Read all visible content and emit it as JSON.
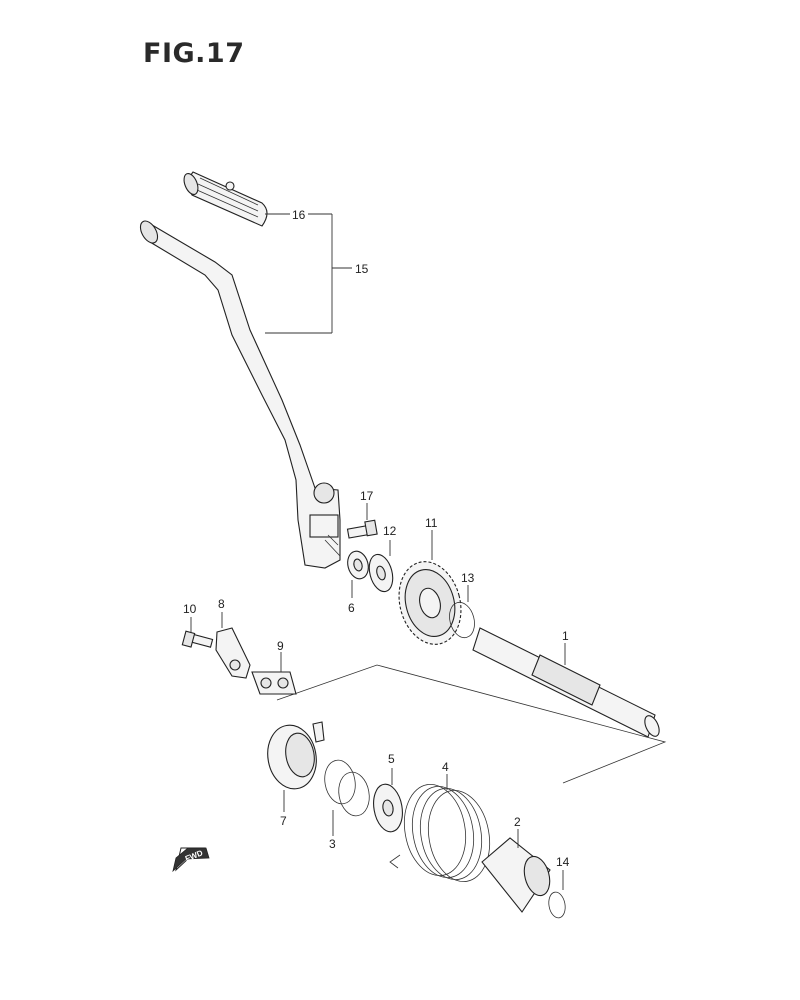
{
  "figure": {
    "title": "FIG.17"
  },
  "callouts": [
    {
      "id": "16",
      "label": "16"
    },
    {
      "id": "15",
      "label": "15"
    },
    {
      "id": "17",
      "label": "17"
    },
    {
      "id": "12",
      "label": "12"
    },
    {
      "id": "11",
      "label": "11"
    },
    {
      "id": "13",
      "label": "13"
    },
    {
      "id": "6",
      "label": "6"
    },
    {
      "id": "1",
      "label": "1"
    },
    {
      "id": "10",
      "label": "10"
    },
    {
      "id": "8",
      "label": "8"
    },
    {
      "id": "9",
      "label": "9"
    },
    {
      "id": "5",
      "label": "5"
    },
    {
      "id": "4",
      "label": "4"
    },
    {
      "id": "7",
      "label": "7"
    },
    {
      "id": "3",
      "label": "3"
    },
    {
      "id": "2",
      "label": "2"
    },
    {
      "id": "14",
      "label": "14"
    }
  ],
  "direction_marker": {
    "label": "FWD"
  }
}
